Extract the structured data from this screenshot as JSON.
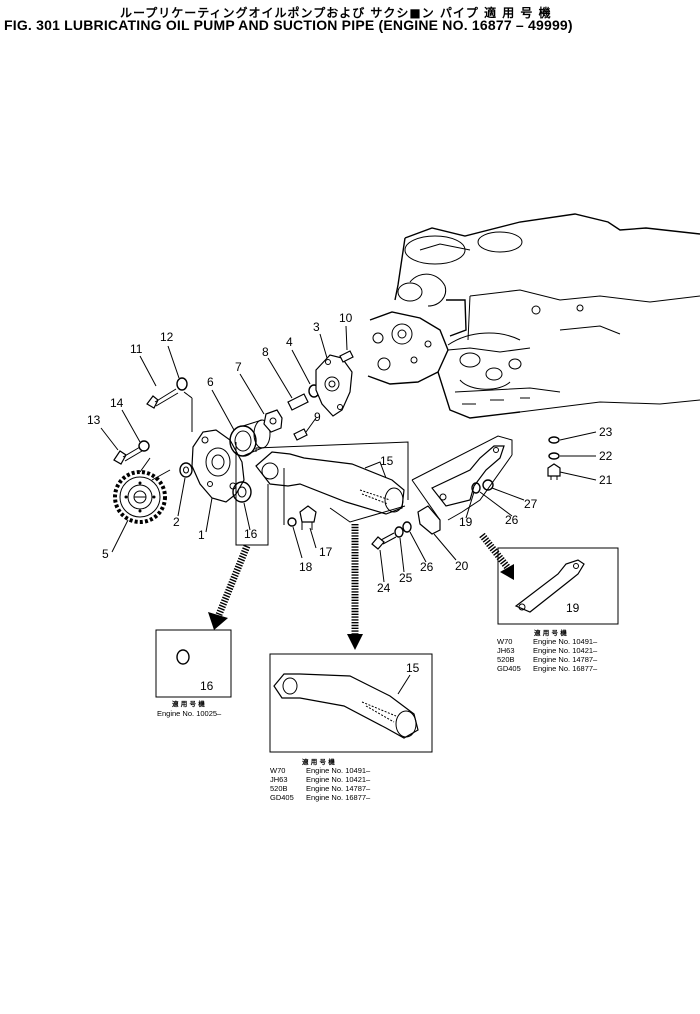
{
  "title": {
    "jp": "ループリケーティングオイルポンプおよび サクシ■ン パイプ 適 用 号 機",
    "en": "FIG. 301  LUBRICATING OIL PUMP AND SUCTION PIPE (ENGINE NO. 16877 – 49999)"
  },
  "callouts": [
    "1",
    "2",
    "3",
    "4",
    "5",
    "6",
    "7",
    "8",
    "9",
    "10",
    "11",
    "12",
    "13",
    "14",
    "15",
    "16",
    "17",
    "18",
    "19",
    "20",
    "21",
    "22",
    "23",
    "24",
    "25",
    "26",
    "27"
  ],
  "insets": {
    "gasket": {
      "part": "16",
      "heading": "適 用 号 機",
      "rows": [
        {
          "model": "",
          "engine": "Engine No. 10025–"
        }
      ]
    },
    "pipe": {
      "part": "15",
      "heading": "適 用 号 機",
      "rows": [
        {
          "model": "W70",
          "engine": "Engine No. 10491–"
        },
        {
          "model": "JH63",
          "engine": "Engine No. 10421–"
        },
        {
          "model": "520B",
          "engine": "Engine No. 14787–"
        },
        {
          "model": "GD405",
          "engine": "Engine No. 16877–"
        }
      ]
    },
    "bracket": {
      "part": "19",
      "heading": "適 用 号 機",
      "rows": [
        {
          "model": "W70",
          "engine": "Engine No. 10491–"
        },
        {
          "model": "JH63",
          "engine": "Engine No. 10421–"
        },
        {
          "model": "520B",
          "engine": "Engine No. 14787–"
        },
        {
          "model": "GD405",
          "engine": "Engine No. 16877–"
        }
      ]
    }
  }
}
